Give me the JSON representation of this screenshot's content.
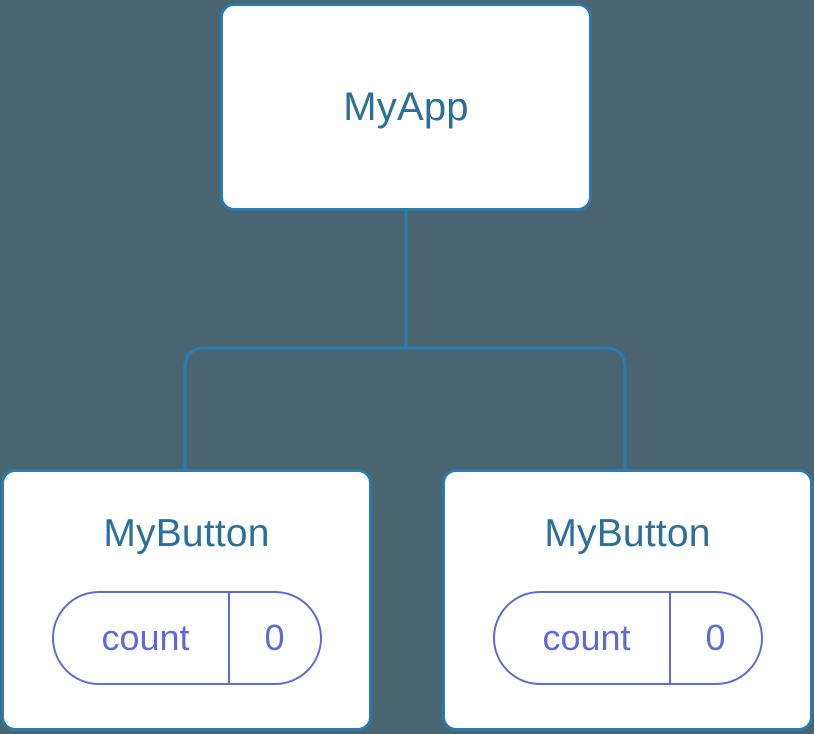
{
  "diagram": {
    "type": "component-tree",
    "background_color": "#4a6572",
    "node_border_color": "#2a7aae",
    "node_fill_color": "#ffffff",
    "title_color": "#2c7099",
    "pill_color": "#5c6bd6",
    "edge_color": "#2a7aae"
  },
  "root": {
    "title": "MyApp"
  },
  "children": [
    {
      "title": "MyButton",
      "state": {
        "key": "count",
        "value": "0"
      }
    },
    {
      "title": "MyButton",
      "state": {
        "key": "count",
        "value": "0"
      }
    }
  ]
}
